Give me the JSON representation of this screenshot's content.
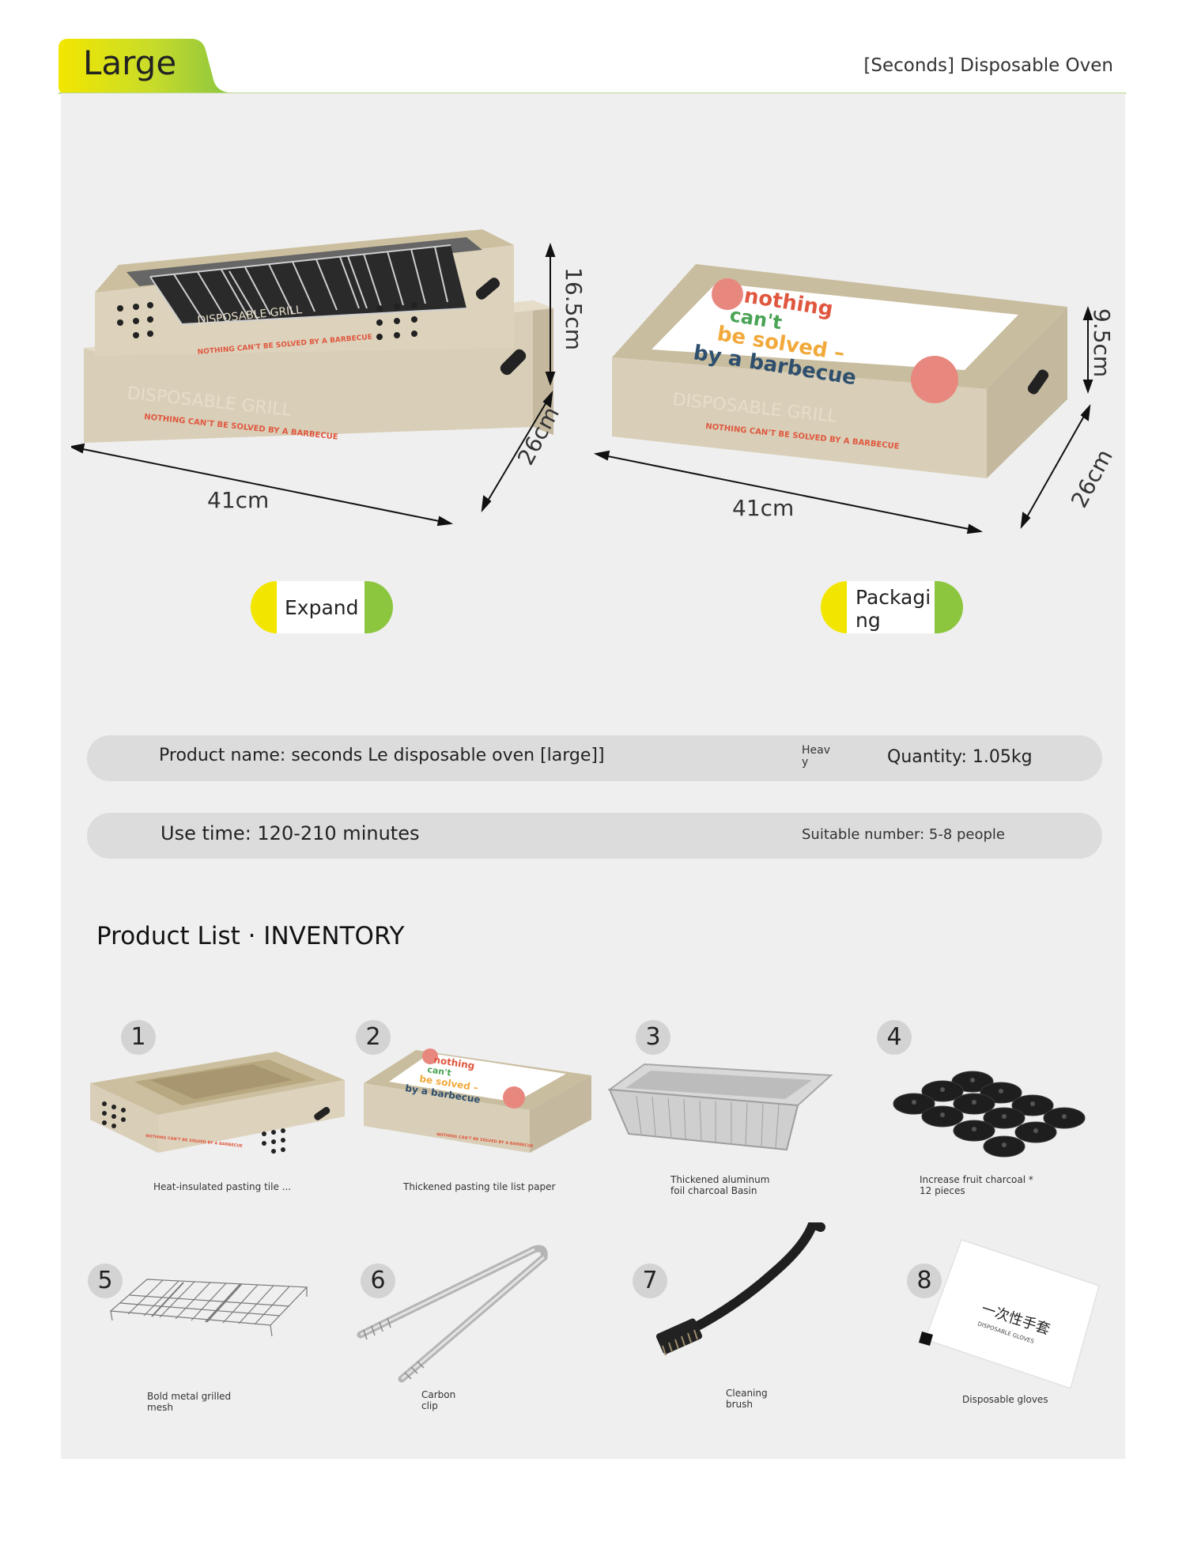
{
  "header": {
    "size_label": "Large",
    "page_title": "[Seconds] Disposable Oven"
  },
  "dimensions": {
    "expanded_height": "16.5cm",
    "expanded_width": "41cm",
    "expanded_depth": "26cm",
    "packed_height": "9.5cm",
    "packed_width": "41cm",
    "packed_depth": "26cm"
  },
  "box_print": {
    "brand_line": "DISPOSABLE GRILL",
    "slogan": "NOTHING CAN'T BE SOLVED BY A BARBECUE",
    "cover_line1": "nothing",
    "cover_line2": "can't",
    "cover_line3": "be solved –",
    "cover_line4": "by a barbecue"
  },
  "views": {
    "expand_label": "Expand",
    "packaging_label": "Packagi ng"
  },
  "specs": {
    "product_name": "Product name: seconds Le disposable oven [large]]",
    "weight_label": "Heav y",
    "quantity": "Quantity: 1.05kg",
    "use_time": "Use time: 120-210 minutes",
    "suitable_number": "Suitable number: 5-8 people"
  },
  "inventory": {
    "title": "Product List · INVENTORY",
    "items": [
      {
        "number": "1",
        "caption": "Heat-insulated pasting tile ..."
      },
      {
        "number": "2",
        "caption": "Thickened pasting tile list paper"
      },
      {
        "number": "3",
        "caption": "Thickened aluminum foil charcoal Basin"
      },
      {
        "number": "4",
        "caption": "Increase fruit charcoal * 12 pieces"
      },
      {
        "number": "5",
        "caption": "Bold metal grilled mesh"
      },
      {
        "number": "6",
        "caption": "Carbon clip"
      },
      {
        "number": "7",
        "caption": "Cleaning brush"
      },
      {
        "number": "8",
        "caption": "Disposable gloves"
      }
    ],
    "gloves_print": "一次性手套",
    "gloves_print_en": "DISPOSABLE GLOVES"
  },
  "colors": {
    "accent_yellow": "#f2e600",
    "accent_green": "#8cc63f",
    "box_tan": "#d8cdb4",
    "slogan_red": "#e0573f",
    "panel_gray": "#efefef"
  }
}
